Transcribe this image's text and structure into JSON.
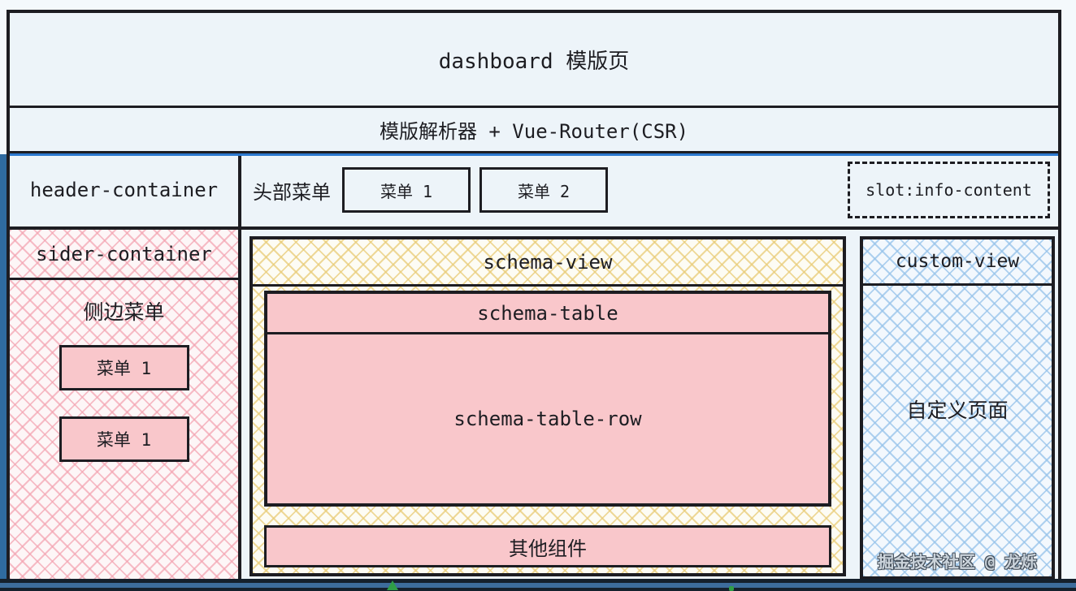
{
  "title": "dashboard 模版页",
  "parser_label": "模版解析器 + Vue-Router(CSR)",
  "header": {
    "container_label": "header-container",
    "menu_label": "头部菜单",
    "menu_items": [
      "菜单 1",
      "菜单 2"
    ],
    "slot_label": "slot:info-content"
  },
  "sider": {
    "container_label": "sider-container",
    "menu_title": "侧边菜单",
    "menu_items": [
      "菜单 1",
      "菜单 1"
    ]
  },
  "schema_view": {
    "label": "schema-view",
    "table_label": "schema-table",
    "table_row_label": "schema-table-row",
    "other_label": "其他组件"
  },
  "custom_view": {
    "label": "custom-view",
    "content_label": "自定义页面"
  },
  "watermark": "掘金技术社区 @ 龙烁",
  "colors": {
    "border": "#1d1d22",
    "accent_blue": "#2c79cf",
    "selection_blue": "#2f6ba0",
    "pink_fill": "#f9c7cb",
    "pink_hatch": "#f3a2b0",
    "yellow_hatch": "#e9cc78",
    "blue_hatch": "#96c3ea",
    "bottom_bar": "#15202c",
    "bottom_stripe": "#3d6d9c",
    "marker_green": "#2f9e47",
    "background": "#edf4f9"
  }
}
